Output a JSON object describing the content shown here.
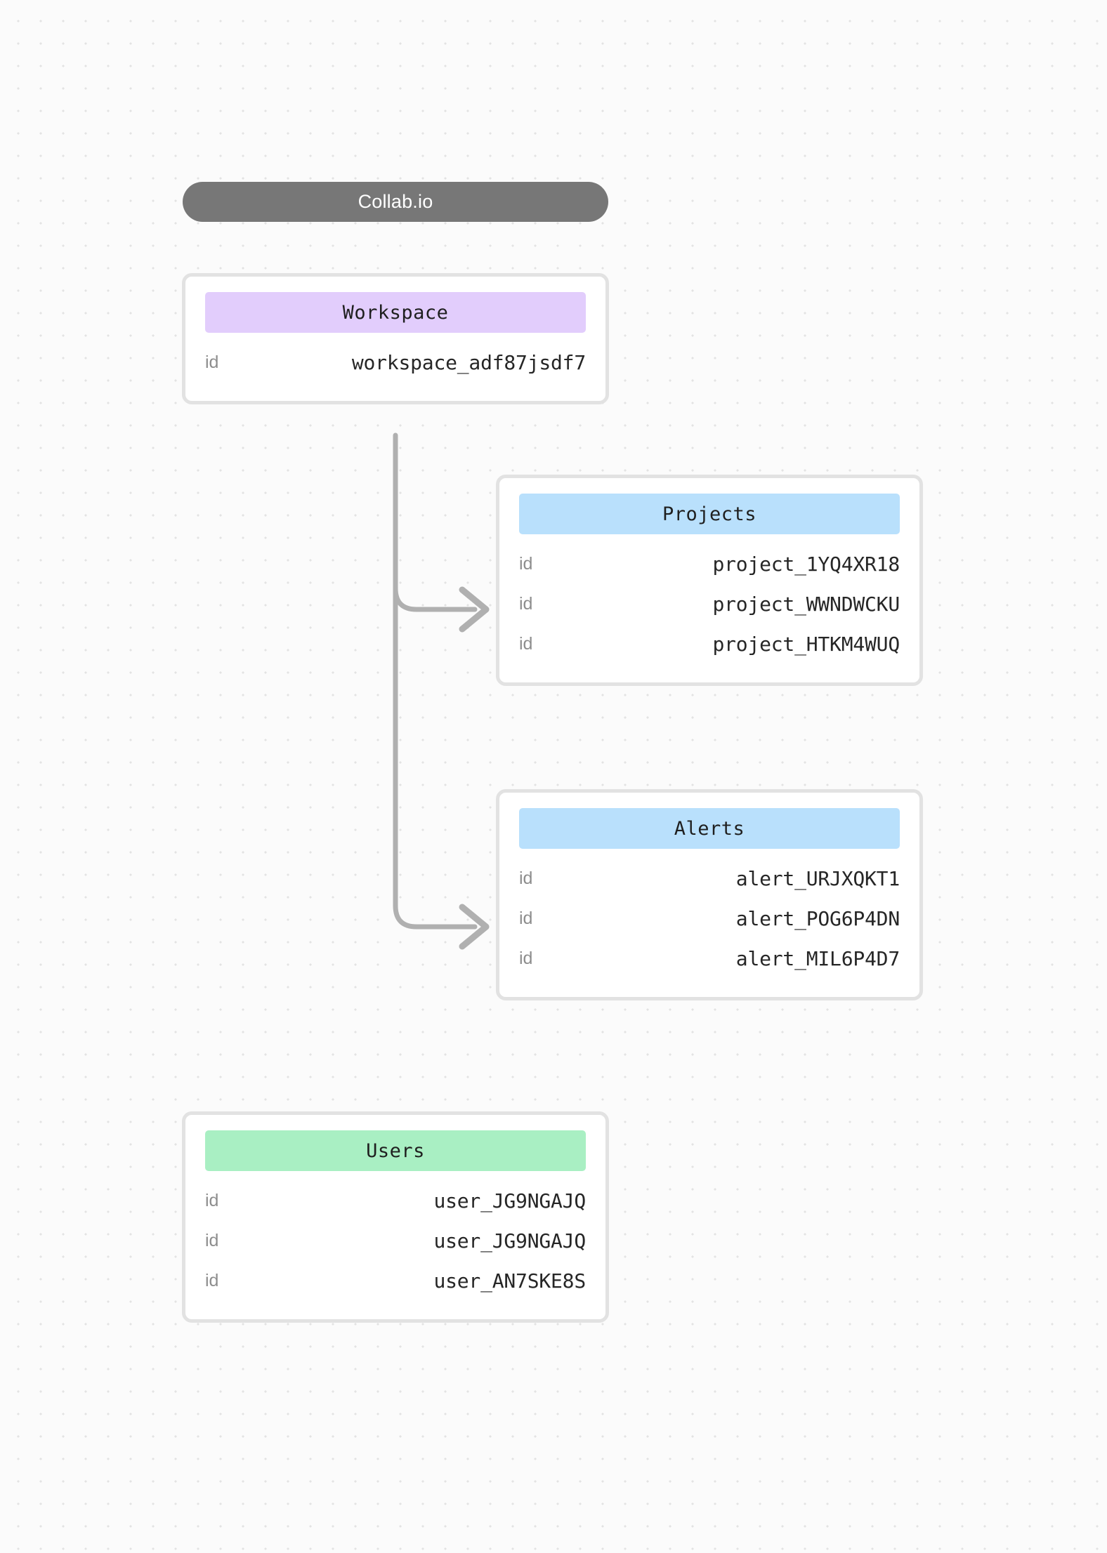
{
  "diagram": {
    "title": "Collab.io",
    "background": {
      "style": "dot-grid",
      "dot_color": "#e3e3e3",
      "page_color": "#fbfbfb"
    },
    "connector_color": "#b0b0b0",
    "card_border_color": "#e2e2e2",
    "entities": [
      {
        "name": "Workspace",
        "header_color": "#e2cdfc",
        "rows": [
          {
            "key": "id",
            "value": "workspace_adf87jsdf7"
          }
        ]
      },
      {
        "name": "Projects",
        "header_color": "#b9e0fc",
        "rows": [
          {
            "key": "id",
            "value": "project_1YQ4XR18"
          },
          {
            "key": "id",
            "value": "project_WWNDWCKU"
          },
          {
            "key": "id",
            "value": "project_HTKM4WUQ"
          }
        ]
      },
      {
        "name": "Alerts",
        "header_color": "#b9e0fc",
        "rows": [
          {
            "key": "id",
            "value": "alert_URJXQKT1"
          },
          {
            "key": "id",
            "value": "alert_POG6P4DN"
          },
          {
            "key": "id",
            "value": "alert_MIL6P4D7"
          }
        ]
      },
      {
        "name": "Users",
        "header_color": "#a9efc3",
        "rows": [
          {
            "key": "id",
            "value": "user_JG9NGAJQ"
          },
          {
            "key": "id",
            "value": "user_JG9NGAJQ"
          },
          {
            "key": "id",
            "value": "user_AN7SKE8S"
          }
        ]
      }
    ],
    "connections": [
      {
        "from": "Workspace",
        "to": "Projects",
        "arrow": "chevron-right"
      },
      {
        "from": "Workspace",
        "to": "Alerts",
        "arrow": "chevron-right"
      }
    ]
  }
}
